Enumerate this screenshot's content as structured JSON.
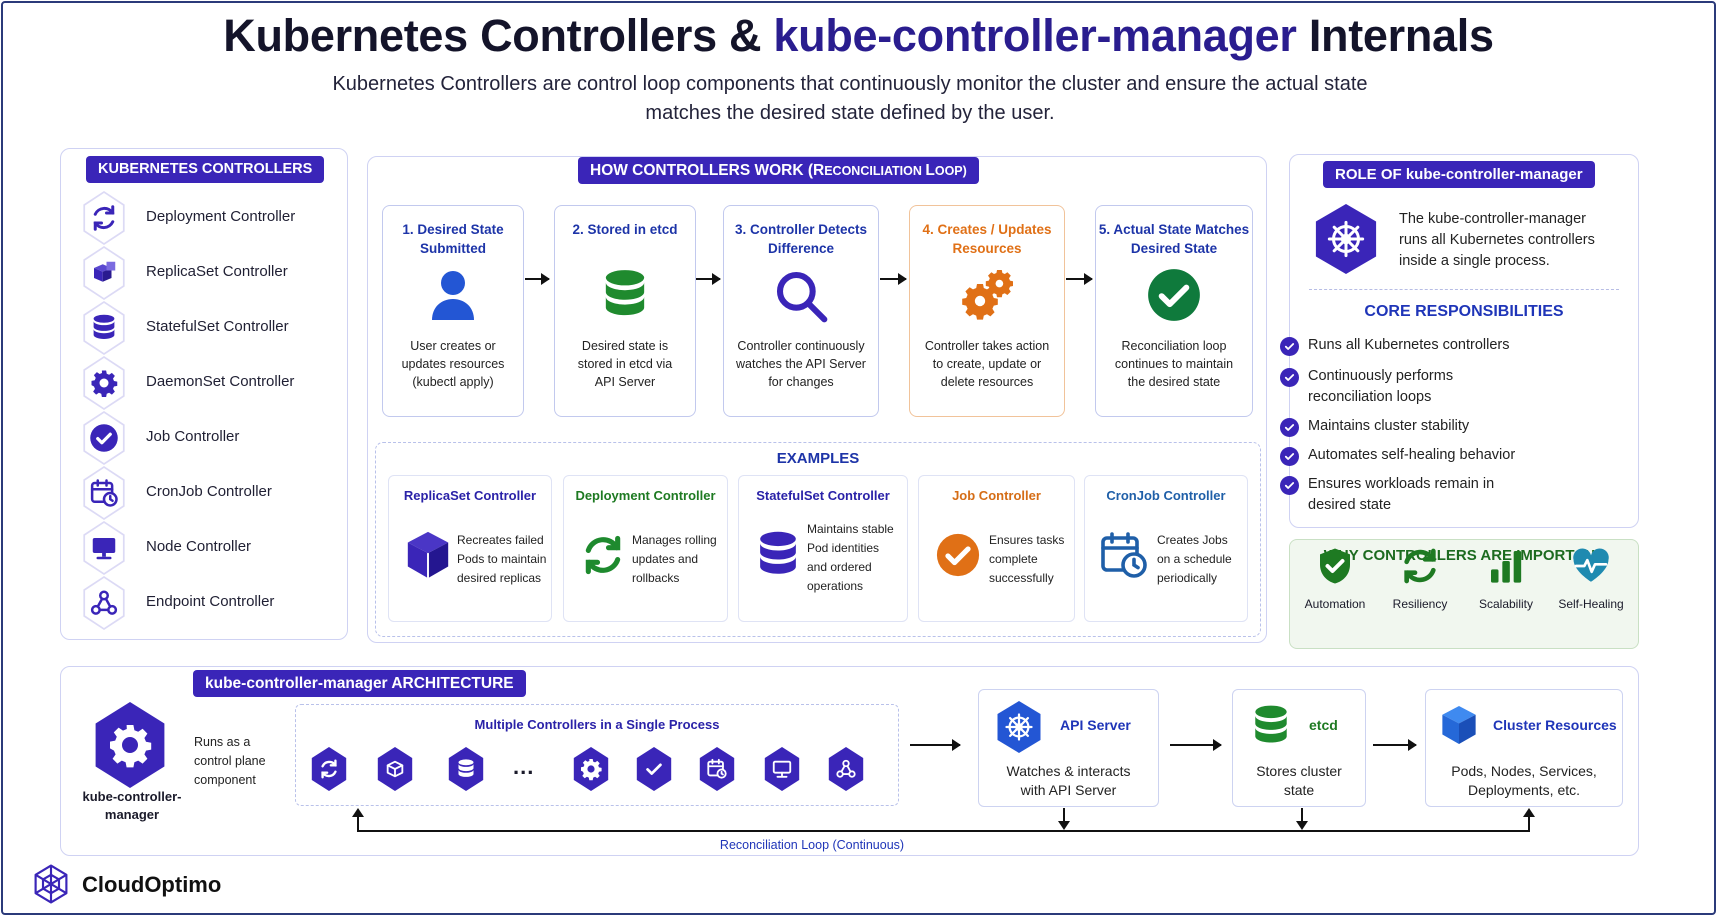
{
  "title": {
    "part1": "Kubernetes Controllers & ",
    "accent": "kube-controller-manager",
    "part2": " Internals"
  },
  "subtitle_line1": "Kubernetes Controllers are control loop components that continuously monitor the cluster and ensure the actual state",
  "subtitle_line2": "matches the desired state defined by the user.",
  "controllers": {
    "heading": "KUBERNETES CONTROLLERS",
    "items": [
      {
        "label": "Deployment Controller",
        "icon": "sync-icon"
      },
      {
        "label": "ReplicaSet Controller",
        "icon": "cubes-icon"
      },
      {
        "label": "StatefulSet Controller",
        "icon": "database-icon"
      },
      {
        "label": "DaemonSet Controller",
        "icon": "gear-icon"
      },
      {
        "label": "Job Controller",
        "icon": "check-circle-icon"
      },
      {
        "label": "CronJob Controller",
        "icon": "calendar-clock-icon"
      },
      {
        "label": "Node Controller",
        "icon": "monitor-icon"
      },
      {
        "label": "Endpoint Controller",
        "icon": "network-icon"
      }
    ]
  },
  "how": {
    "heading_main": "HOW CONTROLLERS WORK (",
    "heading_r": "R",
    "heading_econ": "ECONCILIATION ",
    "heading_l": "L",
    "heading_oop": "OOP)",
    "steps": [
      {
        "h1": "1. Desired State",
        "h2": "Submitted",
        "d1": "User creates or",
        "d2": "updates resources",
        "d3": "(kubectl apply)",
        "color": "#1d34a8"
      },
      {
        "h1": "2. Stored in etcd",
        "h2": "",
        "d1": "Desired state is",
        "d2": "stored in etcd via",
        "d3": "API Server",
        "color": "#1d34a8"
      },
      {
        "h1": "3. Controller Detects",
        "h2": "Difference",
        "d1": "Controller continuously",
        "d2": "watches the API Server",
        "d3": "for changes",
        "color": "#1d34a8"
      },
      {
        "h1": "4. Creates / Updates",
        "h2": "Resources",
        "d1": "Controller takes action",
        "d2": "to create, update or",
        "d3": "delete resources",
        "color": "#e07016"
      },
      {
        "h1": "5. Actual State Matches",
        "h2": "Desired State",
        "d1": "Reconciliation loop",
        "d2": "continues to maintain",
        "d3": "the desired state",
        "color": "#1d34a8"
      }
    ]
  },
  "examples": {
    "heading": "EXAMPLES",
    "items": [
      {
        "title": "ReplicaSet Controller",
        "color": "#2a22a8",
        "d1": "Recreates failed",
        "d2": "Pods to maintain",
        "d3": "desired replicas",
        "d4": ""
      },
      {
        "title": "Deployment Controller",
        "color": "#1e7a22",
        "d1": "Manages rolling",
        "d2": "updates and",
        "d3": "rollbacks",
        "d4": ""
      },
      {
        "title": "StatefulSet Controller",
        "color": "#2a22a8",
        "d1": "Maintains stable",
        "d2": "Pod identities",
        "d3": "and ordered",
        "d4": "operations"
      },
      {
        "title": "Job Controller",
        "color": "#d56d16",
        "d1": "Ensures tasks",
        "d2": "complete",
        "d3": "successfully",
        "d4": ""
      },
      {
        "title": "CronJob Controller",
        "color": "#1f5fa8",
        "d1": "Creates Jobs",
        "d2": "on a schedule",
        "d3": "periodically",
        "d4": ""
      }
    ]
  },
  "role": {
    "heading": "ROLE OF kube-controller-manager",
    "d1": "The kube-controller-manager",
    "d2": "runs all Kubernetes controllers",
    "d3": "inside a single process.",
    "core_heading": "CORE RESPONSIBILITIES",
    "resp": [
      {
        "l1": "Runs all Kubernetes controllers",
        "l2": ""
      },
      {
        "l1": "Continuously performs",
        "l2": "reconciliation loops"
      },
      {
        "l1": "Maintains cluster stability",
        "l2": ""
      },
      {
        "l1": "Automates self-healing behavior",
        "l2": ""
      },
      {
        "l1": "Ensures workloads remain in",
        "l2": "desired state"
      }
    ]
  },
  "why": {
    "heading": "WHY CONTROLLERS ARE IMPORTANT",
    "items": [
      {
        "label": "Automation",
        "icon": "shield-check-icon"
      },
      {
        "label": "Resiliency",
        "icon": "sync-icon"
      },
      {
        "label": "Scalability",
        "icon": "bar-chart-icon"
      },
      {
        "label": "Self-Healing",
        "icon": "heart-pulse-icon"
      }
    ]
  },
  "arch": {
    "heading": "kube-controller-manager ARCHITECTURE",
    "kcm1": "kube-controller-",
    "kcm2": "manager",
    "runs1": "Runs as a",
    "runs2": "control plane",
    "runs3": "component",
    "multi": "Multiple Controllers in a Single Process",
    "ellipsis": "...",
    "api_title": "API Server",
    "api_d1": "Watches & interacts",
    "api_d2": "with API Server",
    "etcd_title": "etcd",
    "etcd_d1": "Stores cluster",
    "etcd_d2": "state",
    "cluster_title": "Cluster Resources",
    "cluster_d1": "Pods, Nodes, Services,",
    "cluster_d2": "Deployments, etc.",
    "loop": "Reconciliation Loop (Continuous)"
  },
  "brand": "CloudOptimo",
  "colors": {
    "accent": "#3a25b8",
    "blue": "#1d34a8",
    "green": "#1e7a22",
    "orange": "#e07016",
    "title_accent": "#2a1d8f"
  }
}
